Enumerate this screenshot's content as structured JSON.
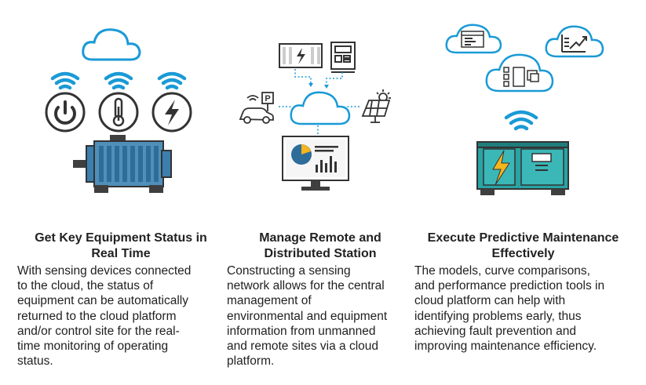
{
  "columns": [
    {
      "title_line1": "Get Key Equipment Status in",
      "title_line2": "Real Time",
      "body": [
        "With sensing devices connected",
        "to the cloud, the status of",
        "equipment can be automatically",
        "returned to the cloud platform",
        "and/or control site for the real-",
        "time monitoring of operating",
        "status."
      ],
      "icons": [
        "cloud-icon",
        "wifi-icon",
        "power-icon",
        "thermometer-icon",
        "lightning-icon",
        "motor-icon"
      ]
    },
    {
      "title_line1": "Manage Remote and",
      "title_line2": "Distributed Station",
      "body": [
        "Constructing a sensing",
        "network allows for the central",
        "management of",
        "environmental and equipment",
        "information from unmanned",
        "and remote sites via a cloud",
        "platform."
      ],
      "parking_label": "P",
      "icons": [
        "cloud-icon",
        "motor-icon",
        "cabinet-icon",
        "car-icon",
        "solar-panel-icon",
        "monitor-icon"
      ]
    },
    {
      "title_line1": "Execute Predictive Maintenance",
      "title_line2": "Effectively",
      "body": [
        "The models, curve comparisons,",
        "and performance prediction tools in",
        "cloud platform can help with",
        "identifying problems early, thus",
        "achieving fault prevention and",
        "improving maintenance efficiency."
      ],
      "icons": [
        "cloud-icon",
        "wifi-icon",
        "generator-icon"
      ]
    }
  ],
  "colors": {
    "accent_blue": "#1a9ad6",
    "dark": "#333333",
    "motor_blue": "#4f8fb8",
    "teal": "#2aa3a3",
    "bolt_yellow": "#f5b51c"
  }
}
